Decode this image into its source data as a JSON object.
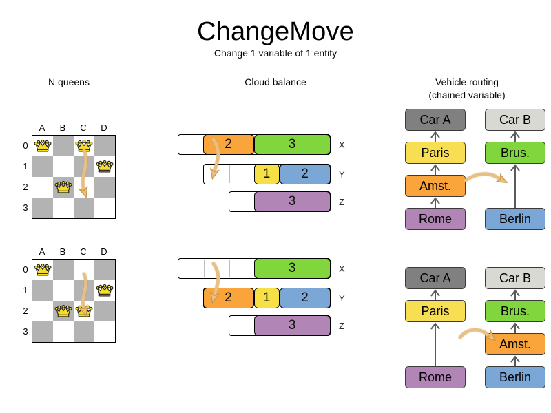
{
  "header": {
    "title": "ChangeMove",
    "subtitle": "Change 1 variable of 1 entity"
  },
  "columns": {
    "nqueens_title": "N queens",
    "cloud_title": "Cloud balance",
    "routing_title_line1": "Vehicle routing",
    "routing_title_line2": "(chained variable)"
  },
  "colors": {
    "orange": "#f9a53c",
    "green": "#80d63c",
    "yellow": "#f7e046",
    "blue": "#7ba7d7",
    "purple": "#b185b5",
    "paris_yellow": "#f7de53",
    "car_a_gray": "#808080",
    "car_b_gray": "#d9d9d4",
    "arrow_tan": "#e9c083",
    "arrow_stroke": "#c8963f",
    "board_dark": "#b3b3b3",
    "board_light": "#ffffff",
    "queen_gold": "#f5dd2a",
    "link_gray": "#5a5a5a"
  },
  "nqueens": {
    "files": [
      "A",
      "B",
      "C",
      "D"
    ],
    "ranks": [
      "0",
      "1",
      "2",
      "3"
    ],
    "before": {
      "queens": [
        {
          "file": "A",
          "rank": "0"
        },
        {
          "file": "C",
          "rank": "0"
        },
        {
          "file": "D",
          "rank": "1"
        },
        {
          "file": "B",
          "rank": "2"
        }
      ],
      "move": {
        "from_file": "C",
        "from_rank": "0",
        "to_file": "C",
        "to_rank": "2"
      }
    },
    "after": {
      "queens": [
        {
          "file": "A",
          "rank": "0"
        },
        {
          "file": "D",
          "rank": "1"
        },
        {
          "file": "B",
          "rank": "2"
        },
        {
          "file": "C",
          "rank": "2"
        }
      ],
      "move": {
        "from_file": "C",
        "from_rank": "0",
        "to_file": "C",
        "to_rank": "2"
      }
    }
  },
  "cloud": {
    "rows": [
      "X",
      "Y",
      "Z"
    ],
    "before": [
      {
        "computer": "X",
        "processes": [
          {
            "label": "2",
            "color": "#f9a53c"
          },
          {
            "label": "3",
            "color": "#80d63c"
          }
        ],
        "empty_cells": 1
      },
      {
        "computer": "Y",
        "processes": [
          {
            "label": "1",
            "color": "#f7e046"
          },
          {
            "label": "2",
            "color": "#7ba7d7"
          }
        ],
        "empty_cells": 2
      },
      {
        "computer": "Z",
        "processes": [
          {
            "label": "3",
            "color": "#b185b5"
          }
        ],
        "empty_cells": 1
      }
    ],
    "after": [
      {
        "computer": "X",
        "processes": [
          {
            "label": "3",
            "color": "#80d63c"
          }
        ],
        "empty_cells": 3
      },
      {
        "computer": "Y",
        "processes": [
          {
            "label": "2",
            "color": "#f9a53c"
          },
          {
            "label": "1",
            "color": "#f7e046"
          },
          {
            "label": "2",
            "color": "#7ba7d7"
          }
        ],
        "empty_cells": 0
      },
      {
        "computer": "Z",
        "processes": [
          {
            "label": "3",
            "color": "#b185b5"
          }
        ],
        "empty_cells": 1
      }
    ],
    "move": {
      "process": "2",
      "from": "X",
      "to": "Y"
    }
  },
  "routing": {
    "before": {
      "vehicles": [
        {
          "name": "Car A",
          "color": "#808080",
          "chain": [
            {
              "name": "Paris",
              "color": "#f7de53"
            },
            {
              "name": "Amst.",
              "color": "#f9a53c"
            },
            {
              "name": "Rome",
              "color": "#b185b5"
            }
          ]
        },
        {
          "name": "Car B",
          "color": "#d9d9d4",
          "chain": [
            {
              "name": "Brus.",
              "color": "#80d63c"
            },
            {
              "name": "Berlin",
              "color": "#7ba7d7"
            }
          ]
        }
      ]
    },
    "after": {
      "vehicles": [
        {
          "name": "Car A",
          "color": "#808080",
          "chain": [
            {
              "name": "Paris",
              "color": "#f7de53"
            },
            {
              "name": "Rome",
              "color": "#b185b5"
            }
          ]
        },
        {
          "name": "Car B",
          "color": "#d9d9d4",
          "chain": [
            {
              "name": "Brus.",
              "color": "#80d63c"
            },
            {
              "name": "Amst.",
              "color": "#f9a53c"
            },
            {
              "name": "Berlin",
              "color": "#7ba7d7"
            }
          ]
        }
      ]
    },
    "move": {
      "entity": "Amst.",
      "from": "Car A",
      "to": "Car B"
    }
  }
}
